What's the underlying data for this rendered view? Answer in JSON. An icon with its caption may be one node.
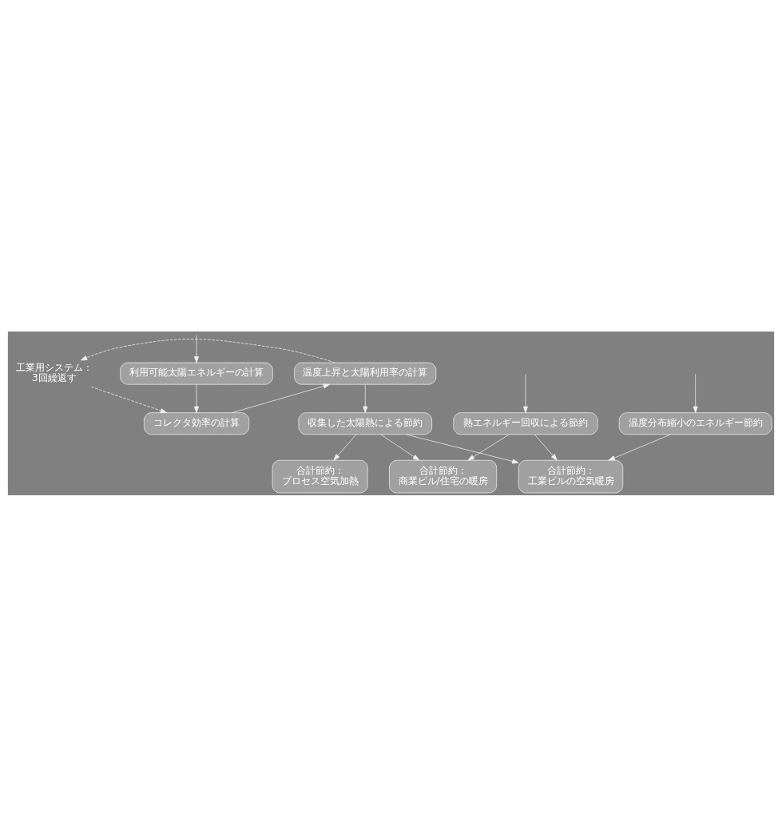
{
  "diagram": {
    "nodes": [
      {
        "text": [
          "利用可能太陽エネルギーの計算"
        ]
      },
      {
        "text": [
          "工業用システム：",
          "3回繰返す"
        ]
      },
      {
        "text": [
          "コレクタ効率の計算"
        ]
      },
      {
        "text": [
          "温度上昇と太陽利用率の計算"
        ]
      },
      {
        "text": [
          "収集した太陽熱による節約"
        ]
      },
      {
        "text": [
          "熱エネルギー回収による節約"
        ]
      },
      {
        "text": [
          "温度分布縮小のエネルギー節約"
        ]
      },
      {
        "text": [
          "合計節約：",
          "プロセス空気加熱"
        ]
      },
      {
        "text": [
          "合計節約：",
          "商業ビル/住宅の暖房"
        ]
      },
      {
        "text": [
          "合計節約：",
          "工業ビルの空気暖房"
        ]
      }
    ],
    "edges": [
      {
        "from": null,
        "to": 0,
        "arrow": "to"
      },
      {
        "from": null,
        "to": 5,
        "arrow": "to"
      },
      {
        "from": null,
        "to": 6,
        "arrow": "to"
      },
      {
        "from": 0,
        "to": 2,
        "arrow": "to"
      },
      {
        "from": 1,
        "to": 2,
        "arrow": "to",
        "style": "dashed"
      },
      {
        "from": 2,
        "to": 3,
        "arrow": "to"
      },
      {
        "from": 3,
        "to": 1,
        "arrow": "to",
        "style": "dashed"
      },
      {
        "from": 3,
        "to": 4,
        "arrow": "to"
      },
      {
        "from": 4,
        "to": 7,
        "arrow": "to"
      },
      {
        "from": 4,
        "to": 8,
        "arrow": "to"
      },
      {
        "from": 4,
        "to": 9,
        "arrow": "to"
      },
      {
        "from": 5,
        "to": 8,
        "arrow": "to"
      },
      {
        "from": 5,
        "to": 9,
        "arrow": "to"
      },
      {
        "from": 6,
        "to": 9,
        "arrow": "to"
      }
    ]
  }
}
